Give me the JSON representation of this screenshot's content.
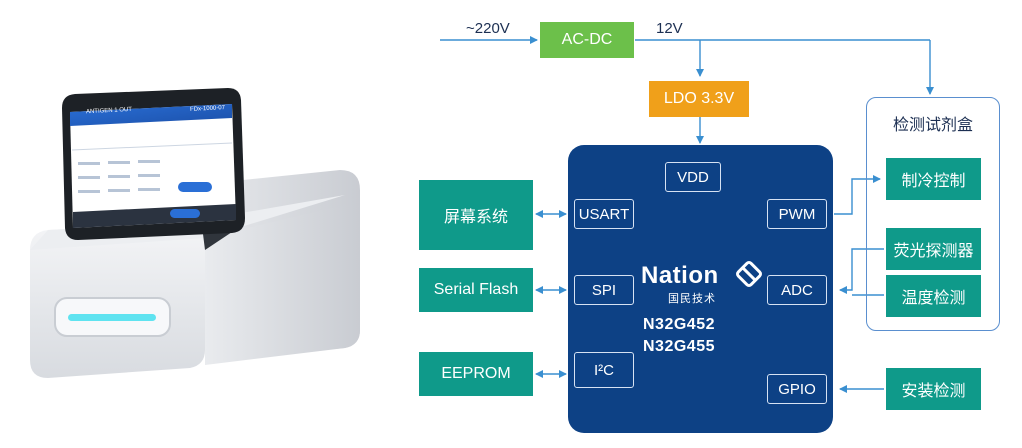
{
  "power": {
    "input_label": "~220V",
    "acdc_label": "AC-DC",
    "rail_label": "12V",
    "ldo_label": "LDO 3.3V"
  },
  "mcu": {
    "brand": "Nation",
    "brand_cn": "国民技术",
    "part_numbers": [
      "N32G452",
      "N32G455"
    ],
    "pins": {
      "vdd": "VDD",
      "usart": "USART",
      "spi": "SPI",
      "i2c": "I²C",
      "pwm": "PWM",
      "adc": "ADC",
      "gpio": "GPIO"
    }
  },
  "peripherals_left": {
    "display": "屏幕系统",
    "flash": "Serial Flash",
    "eeprom": "EEPROM"
  },
  "reagent_box": {
    "title": "检测试剂盒",
    "cooling": "制冷控制",
    "fluorescence": "荧光探测器",
    "temperature": "温度检测"
  },
  "install_detect": "安装检测",
  "device_screen": {
    "header_left": "ANTIGEN 1 OUT",
    "header_right": "FDx-1000-07"
  },
  "colors": {
    "teal": "#0f9a8a",
    "green": "#6cc04a",
    "orange": "#f0a01a",
    "chip_blue": "#0d4185",
    "arrow_blue": "#3a8fd0"
  },
  "icons": [
    "nation-logo-icon",
    "arrow-icon"
  ]
}
